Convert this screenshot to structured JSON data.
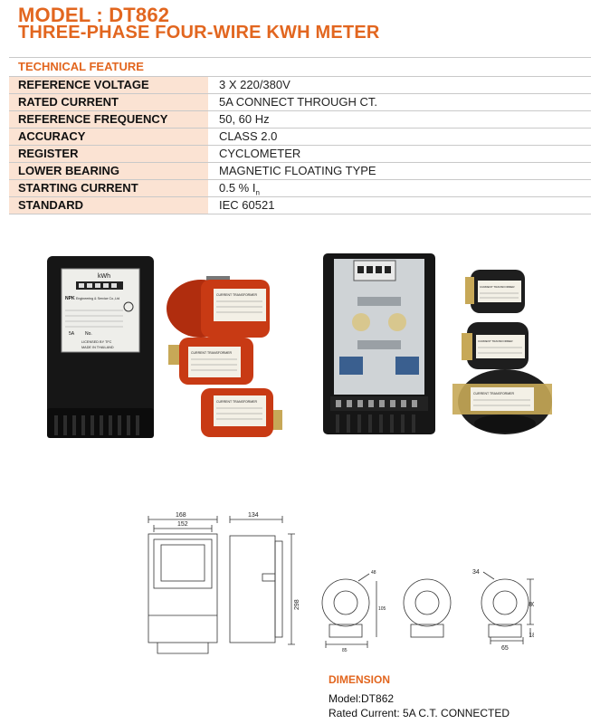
{
  "header": {
    "model": "MODEL : DT862",
    "subtitle": "THREE-PHASE FOUR-WIRE KWH METER"
  },
  "technical_feature": {
    "heading": "TECHNICAL FEATURE",
    "rows": [
      {
        "label": "REFERENCE VOLTAGE",
        "value": "3 X 220/380V"
      },
      {
        "label": "RATED CURRENT",
        "value": "5A CONNECT THROUGH CT."
      },
      {
        "label": "REFERENCE FREQUENCY",
        "value": "50, 60 Hz"
      },
      {
        "label": "ACCURACY",
        "value": "CLASS 2.0"
      },
      {
        "label": "REGISTER",
        "value": "CYCLOMETER"
      },
      {
        "label": "LOWER BEARING",
        "value": "MAGNETIC FLOATING TYPE"
      },
      {
        "label": "STARTING CURRENT",
        "value": "0.5 % I"
      },
      {
        "label": "STANDARD",
        "value": "IEC 60521"
      }
    ],
    "starting_current_subscript": "n"
  },
  "meter_photo": {
    "display_label": "kWh",
    "brand": "NPK",
    "company": "Engineering & Service Co.,Ltd",
    "rating": "5A",
    "serial_prefix": "No.",
    "license": "LICENSED BY TFC",
    "origin": "MADE IN THAILAND"
  },
  "ct_photo": {
    "label": "CURRENT TRANSFORMER"
  },
  "drawing": {
    "width_outer": "168",
    "width_inner": "152",
    "depth": "134",
    "height": "298",
    "ct_a_top": "48",
    "ct_a_side": "105",
    "ct_a_bottom": "85",
    "ct_c_top": "34",
    "ct_c_side": "80",
    "ct_c_foot": "18",
    "ct_c_bottom": "65"
  },
  "dimension": {
    "heading": "DIMENSION",
    "model_line": "Model:DT862",
    "current_line": "Rated Current: 5A C.T. CONNECTED"
  },
  "colors": {
    "accent": "#e2661f",
    "label_bg": "#fbe3d3",
    "ct_red": "#c83a14",
    "ct_black": "#1e1e1e",
    "meter_black": "#161616"
  }
}
